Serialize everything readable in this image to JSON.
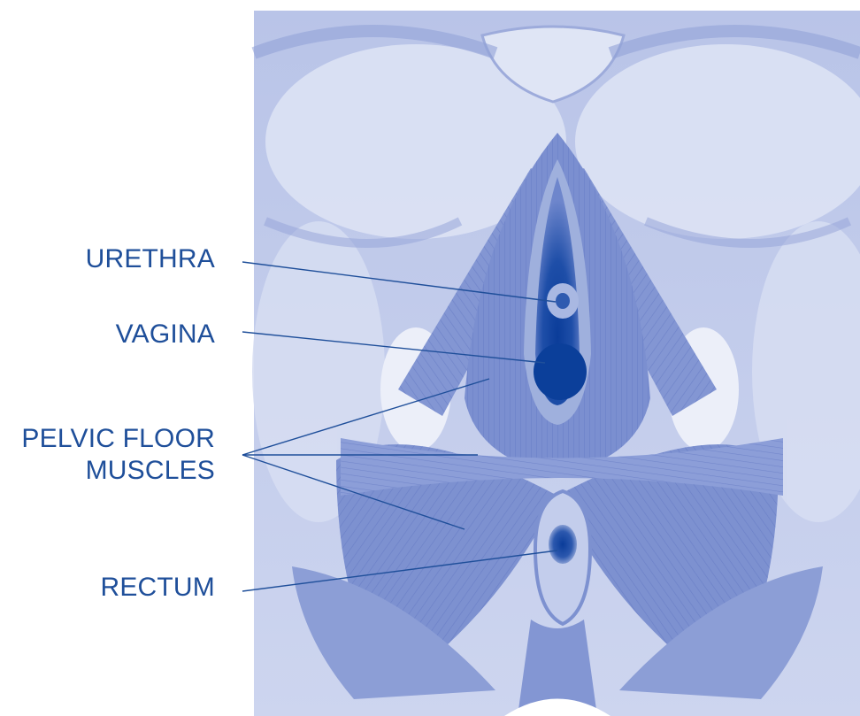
{
  "labels": {
    "urethra": "URETHRA",
    "vagina": "VAGINA",
    "pelvic_floor_line1": "PELVIC FLOOR",
    "pelvic_floor_line2": "MUSCLES",
    "rectum": "RECTUM"
  },
  "colors": {
    "label_text": "#1f4f9a",
    "leader_line": "#1f4f9a",
    "illustration_light": "#c9d2ee",
    "illustration_mid": "#6f84c9",
    "illustration_dark": "#0b3f9a",
    "background": "#ffffff"
  }
}
